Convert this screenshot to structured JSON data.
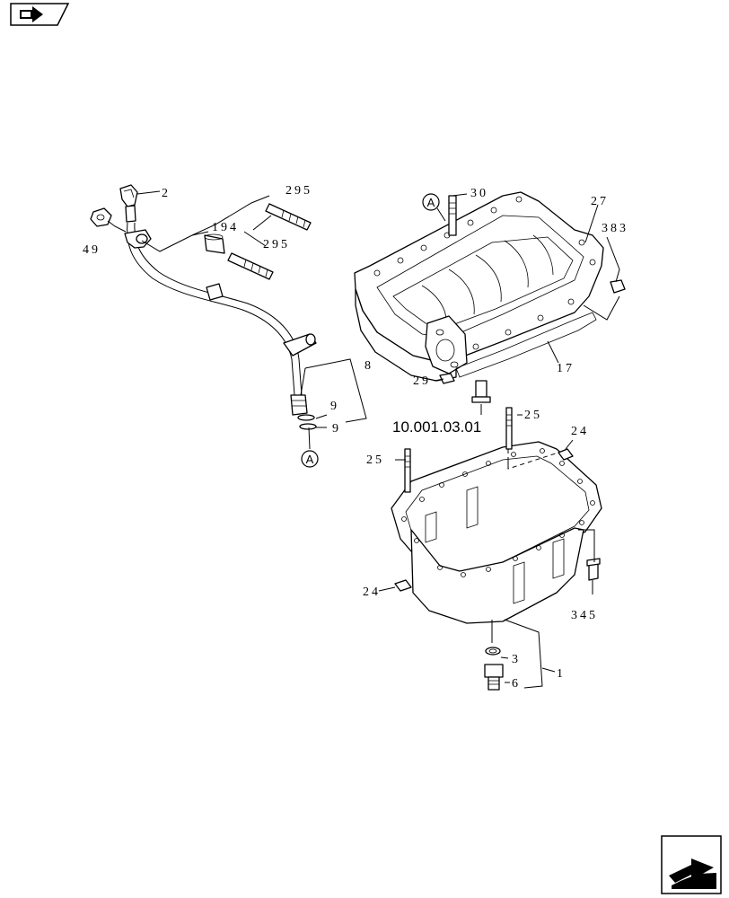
{
  "nav": {
    "top_icon": "previous-page-arrow-icon",
    "bottom_icon": "next-page-arrow-icon"
  },
  "reference": "10.001.03.01",
  "circle_marker": "A",
  "callouts": {
    "c2": "2",
    "c49": "49",
    "c194": "194",
    "c295a": "295",
    "c295b": "295",
    "c8": "8",
    "c9a": "9",
    "c9b": "9",
    "c30": "30",
    "c27": "27",
    "c383": "383",
    "c17": "17",
    "c29": "29",
    "c25a": "25",
    "c25b": "25",
    "c24a": "24",
    "c24b": "24",
    "c345": "345",
    "c3": "3",
    "c6": "6",
    "c1": "1"
  }
}
